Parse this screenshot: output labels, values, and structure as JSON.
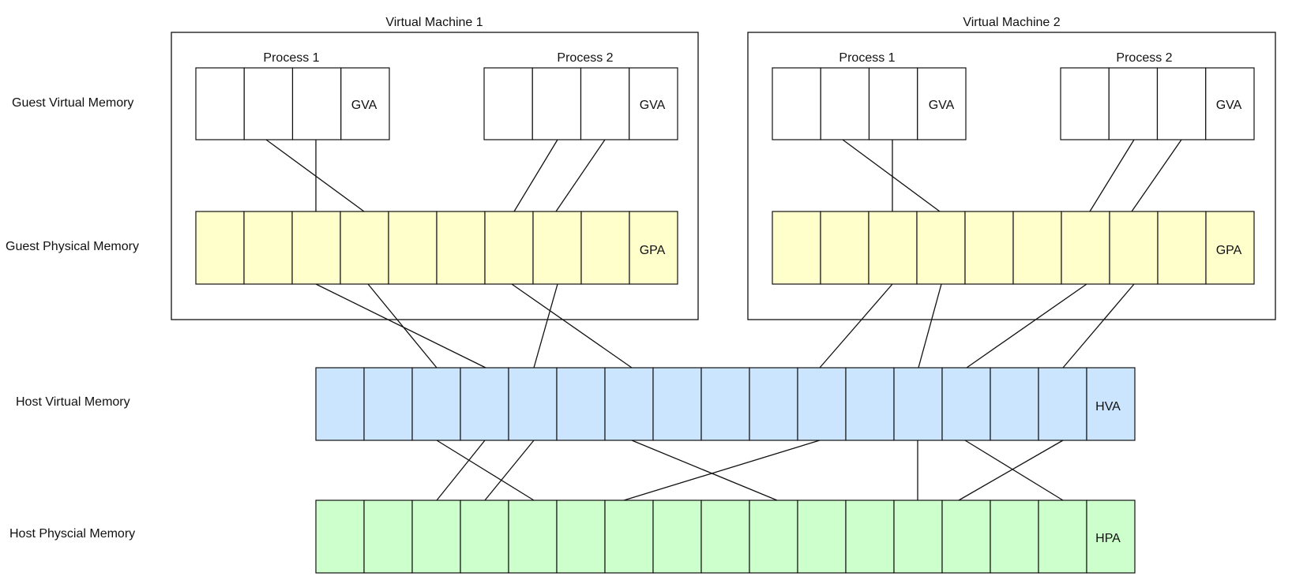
{
  "row_labels": {
    "gva": "Guest Virtual Memory",
    "gpa": "Guest Physical Memory",
    "hva": "Host Virtual Memory",
    "hpa": "Host Physcial Memory"
  },
  "vms": [
    {
      "title": "Virtual Machine 1",
      "processes": [
        {
          "title": "Process 1",
          "tag": "GVA"
        },
        {
          "title": "Process 2",
          "tag": "GVA"
        }
      ],
      "gpa_tag": "GPA"
    },
    {
      "title": "Virtual Machine 2",
      "processes": [
        {
          "title": "Process 1",
          "tag": "GVA"
        },
        {
          "title": "Process 2",
          "tag": "GVA"
        }
      ],
      "gpa_tag": "GPA"
    }
  ],
  "hva_tag": "HVA",
  "hpa_tag": "HPA",
  "colors": {
    "gva_fill": "#ffffff",
    "gpa_fill": "#ffffcc",
    "hva_fill": "#cce5ff",
    "hpa_fill": "#ccffcc",
    "stroke": "#111111"
  }
}
